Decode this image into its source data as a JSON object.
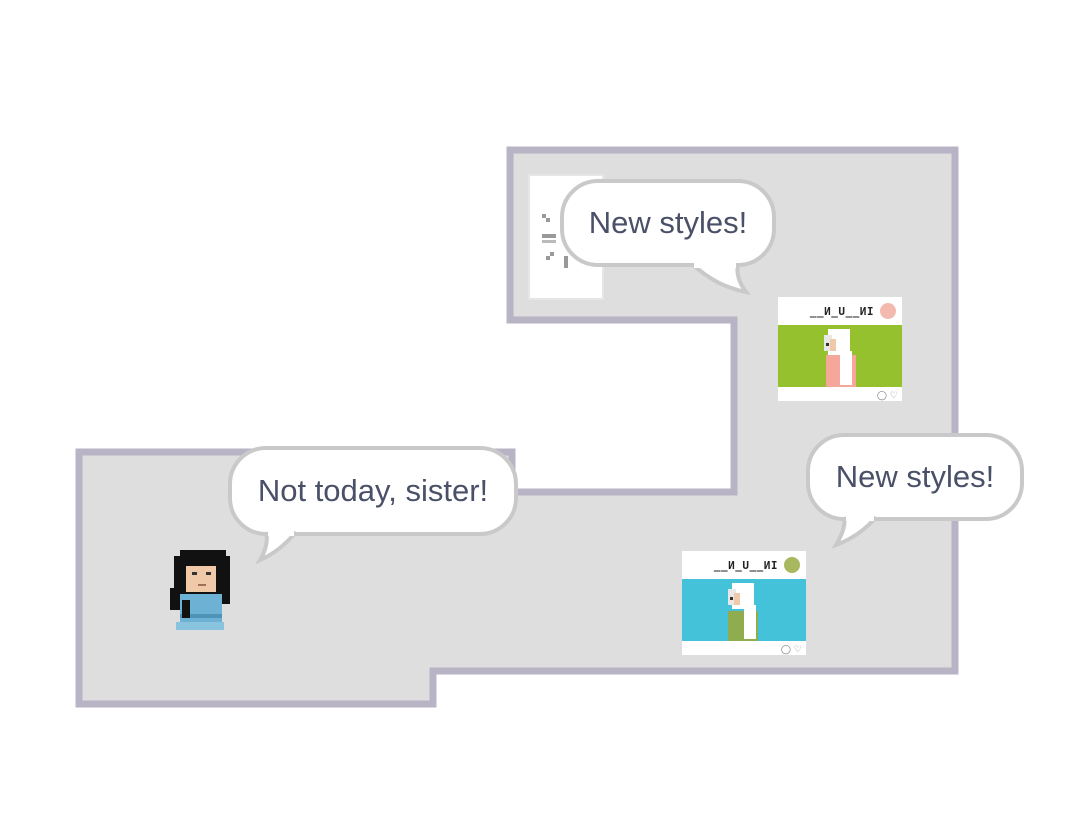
{
  "colors": {
    "floor": "#dedede",
    "wall": "#b9b3c6",
    "bubble_text": "#4a5068",
    "bubble_border": "#c9c9c9"
  },
  "bubbles": [
    {
      "id": "bubble-top",
      "text": "New styles!"
    },
    {
      "id": "bubble-left",
      "text": "Not today, sister!"
    },
    {
      "id": "bubble-right",
      "text": "New styles!"
    }
  ],
  "posts": [
    {
      "handle": "__И_U__ИI",
      "dot_color": "#f3b9ae",
      "photo_color": "#96c12f",
      "outfit_color": "#f5a79a"
    },
    {
      "handle": "__И_U__ИI",
      "dot_color": "#a8b85e",
      "photo_color": "#44c2d9",
      "outfit_color": "#8fac4f"
    }
  ],
  "post_icons": {
    "comment": "comment-icon",
    "like": "heart-icon"
  },
  "player": {
    "name": "player-avatar",
    "hair": "#111111",
    "skin": "#f0c9a8",
    "shirt": "#6db2d4"
  }
}
